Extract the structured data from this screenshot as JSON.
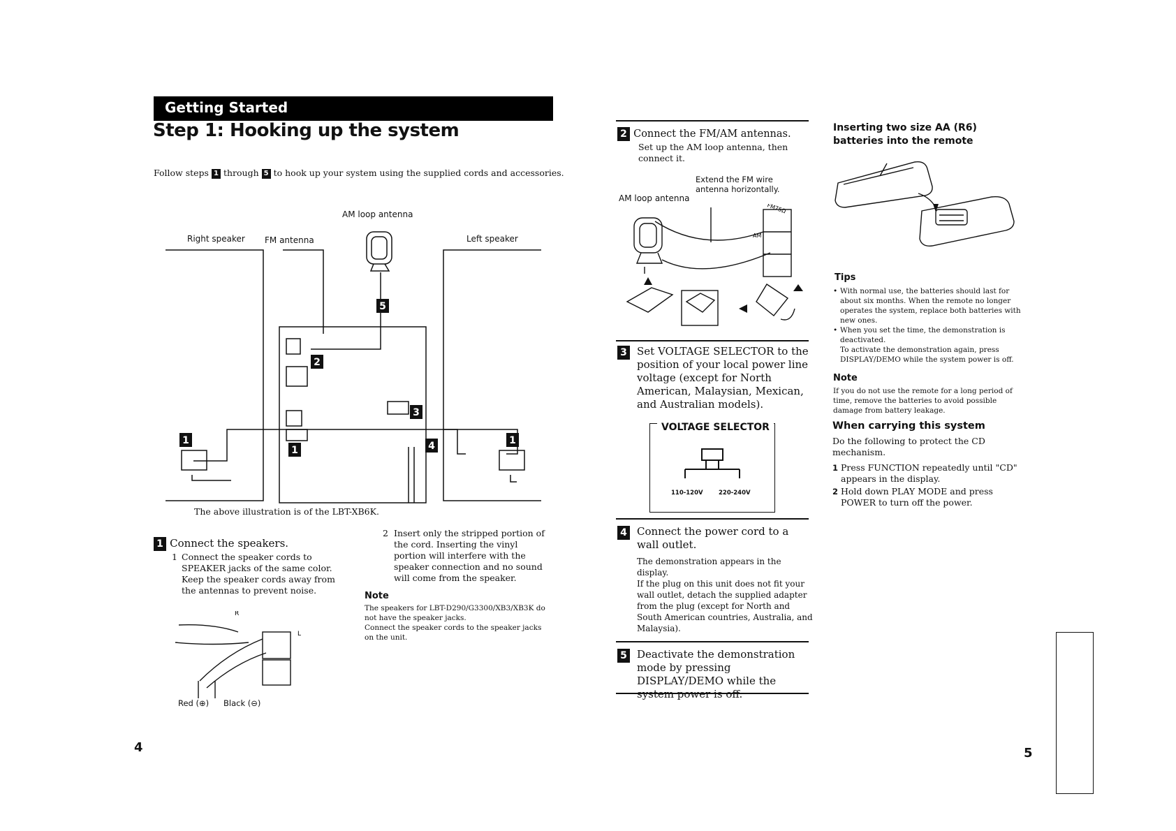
{
  "left_page": {
    "section_label": "Getting Started",
    "title": "Step 1: Hooking up the system",
    "intro_pre": "Follow steps",
    "intro_step_a": "1",
    "intro_mid": "through",
    "intro_step_b": "5",
    "intro_post": "to hook up your system using the supplied cords and accessories.",
    "diagram": {
      "am_loop": "AM loop antenna",
      "right_speaker": "Right speaker",
      "fm_antenna": "FM antenna",
      "left_speaker": "Left speaker",
      "n1": "1",
      "n2": "2",
      "n3": "3",
      "n4": "4",
      "n5": "5"
    },
    "caption": "The above illustration is of the LBT-XB6K.",
    "step1": {
      "num": "1",
      "heading": "Connect the speakers.",
      "sub1_num": "1",
      "sub1_text": "Connect the speaker cords to SPEAKER jacks of the same color.",
      "sub1_extra": "Keep the speaker cords away from the antennas to prevent noise.",
      "sub2_num": "2",
      "sub2_text": "Insert only the stripped portion of the cord. Inserting the vinyl portion will interfere with the speaker connection and no sound will come from the speaker.",
      "note_label": "Note",
      "note_1": "The speakers for LBT-D290/G3300/XB3/XB3K do not have the speaker jacks.",
      "note_2": "Connect the speaker cords to the speaker jacks on the unit.",
      "r_label": "R",
      "l_label": "L",
      "red_label": "Red (⊕)",
      "black_label": "Black (⊖)"
    },
    "page_number": "4"
  },
  "right_page": {
    "step2": {
      "num": "2",
      "heading": "Connect the FM/AM antennas.",
      "text": "Set up the AM loop antenna, then connect it.",
      "fm_note": "Extend the FM wire antenna horizontally.",
      "am_label": "AM loop antenna",
      "fm_jack": "FM75Ω",
      "am_jack": "AM"
    },
    "step3": {
      "num": "3",
      "heading": "Set VOLTAGE SELECTOR to the position of your local power line voltage (except for North American, Malaysian, Mexican, and Australian models).",
      "box_title": "VOLTAGE SELECTOR",
      "v1": "110-120V",
      "v2": "220-240V"
    },
    "step4": {
      "num": "4",
      "heading": "Connect the power cord to a wall outlet.",
      "text1": "The demonstration appears in the display.",
      "text2": "If the plug on this unit does not fit your wall outlet, detach the supplied adapter from the plug (except for North and South American countries, Australia, and Malaysia)."
    },
    "step5": {
      "num": "5",
      "heading": "Deactivate the demonstration mode by pressing DISPLAY/DEMO while the system power is off."
    },
    "batteries": {
      "heading": "Inserting two size AA (R6) batteries into the remote",
      "tips_label": "Tips",
      "tip1": "With normal use, the batteries should last for about six months. When the remote no longer operates the system, replace both batteries with new ones.",
      "tip2": "When you set the time, the demonstration is deactivated.",
      "tip2b": "To activate the demonstration again, press DISPLAY/DEMO while the system power is off.",
      "note_label": "Note",
      "note": "If you do not use the remote for a long period of time, remove the batteries to avoid possible damage from battery leakage."
    },
    "carrying": {
      "heading": "When carrying this system",
      "intro": "Do the following to protect the CD mechanism.",
      "s1_num": "1",
      "s1": "Press FUNCTION repeatedly until \"CD\" appears in the display.",
      "s2_num": "2",
      "s2": "Hold down PLAY MODE and press POWER to turn off the power."
    },
    "page_number": "5"
  }
}
